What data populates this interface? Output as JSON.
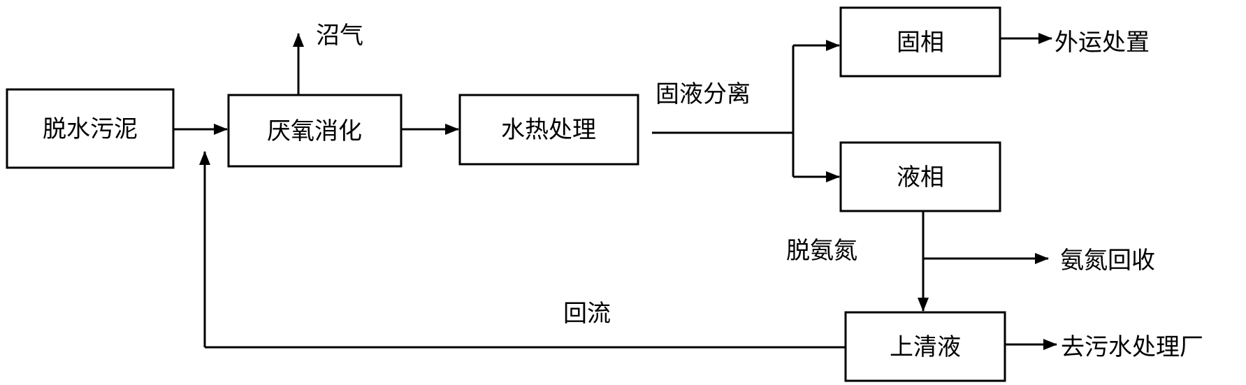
{
  "boxes": {
    "dewatered_sludge": "脱水污泥",
    "anaerobic_digestion": "厌氧消化",
    "hydrothermal_treatment": "水热处理",
    "solid_phase": "固相",
    "liquid_phase": "液相",
    "supernatant": "上清液"
  },
  "labels": {
    "biogas": "沼气",
    "solid_liquid_separation": "固液分离",
    "external_disposal": "外运处置",
    "ammonia_stripping": "脱氨氮",
    "ammonia_recovery": "氨氮回收",
    "reflux": "回流",
    "to_wwtp": "去污水处理厂"
  },
  "colors": {
    "stroke": "#000000",
    "background": "#ffffff"
  }
}
